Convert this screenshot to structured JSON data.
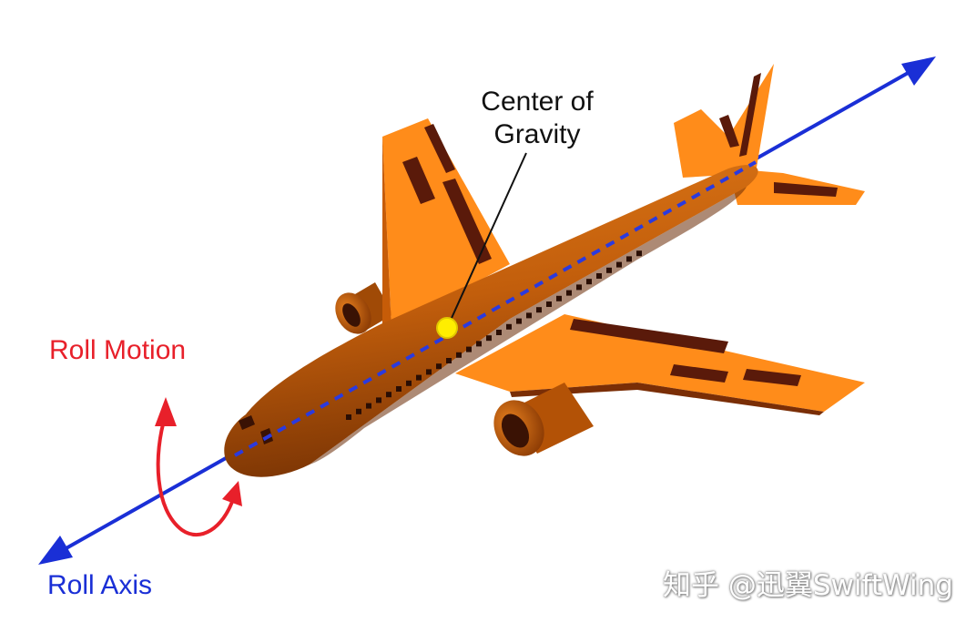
{
  "labels": {
    "center_of_gravity_line1": "Center of",
    "center_of_gravity_line2": "Gravity",
    "roll_motion": "Roll Motion",
    "roll_axis": "Roll Axis"
  },
  "watermark": "知乎 @迅翼SwiftWing",
  "colors": {
    "fuselage": "#c8640c",
    "wing": "#ff8c1a",
    "panel": "#5a1a0a",
    "roll_axis": "#1a2fd6",
    "roll_motion": "#e8202a",
    "center_of_gravity": "#ffee00"
  }
}
